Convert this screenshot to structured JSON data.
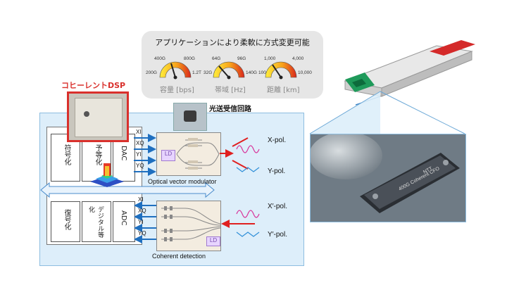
{
  "gauges": {
    "title": "アプリケーションにより柔軟に方式変更可能",
    "items": [
      {
        "label": "容量 [bps]",
        "ticks": [
          "200G",
          "400G",
          "800G",
          "1.2T"
        ]
      },
      {
        "label": "帯域 [Hz]",
        "ticks": [
          "32G",
          "64G",
          "96G",
          "140G"
        ]
      },
      {
        "label": "距離 [km]",
        "ticks": [
          "100",
          "1,000",
          "4,000",
          "10,000"
        ]
      }
    ]
  },
  "dsp": {
    "title": "コヒーレントDSP",
    "tx_blocks": [
      "符号化",
      "予等化",
      "DAC"
    ],
    "rx_blocks": [
      "復号化",
      "デジタル等化",
      "ADC"
    ]
  },
  "photonic": {
    "title": "光送受信回路",
    "modulator_label": "Optical vector modulator",
    "detector_label": "Coherent detection",
    "ld_label": "LD",
    "tx_signals": [
      "XI",
      "XQ",
      "YI",
      "YQ"
    ],
    "rx_signals": [
      "XI",
      "XQ",
      "YI",
      "YQ"
    ],
    "tx_outputs": [
      "X-pol.",
      "Y-pol."
    ],
    "rx_inputs": [
      "X′-pol.",
      "Y′-pol."
    ]
  },
  "cfp": {
    "marking": "400G Coherent CFO",
    "brand": "NTT"
  },
  "colors": {
    "dsp_border": "#d9302c",
    "panel_fill": "#ddeefa",
    "arrow_blue": "#1f6fbf",
    "arrow_red": "#e02020",
    "gauge_bg": "#e6e6e6"
  }
}
